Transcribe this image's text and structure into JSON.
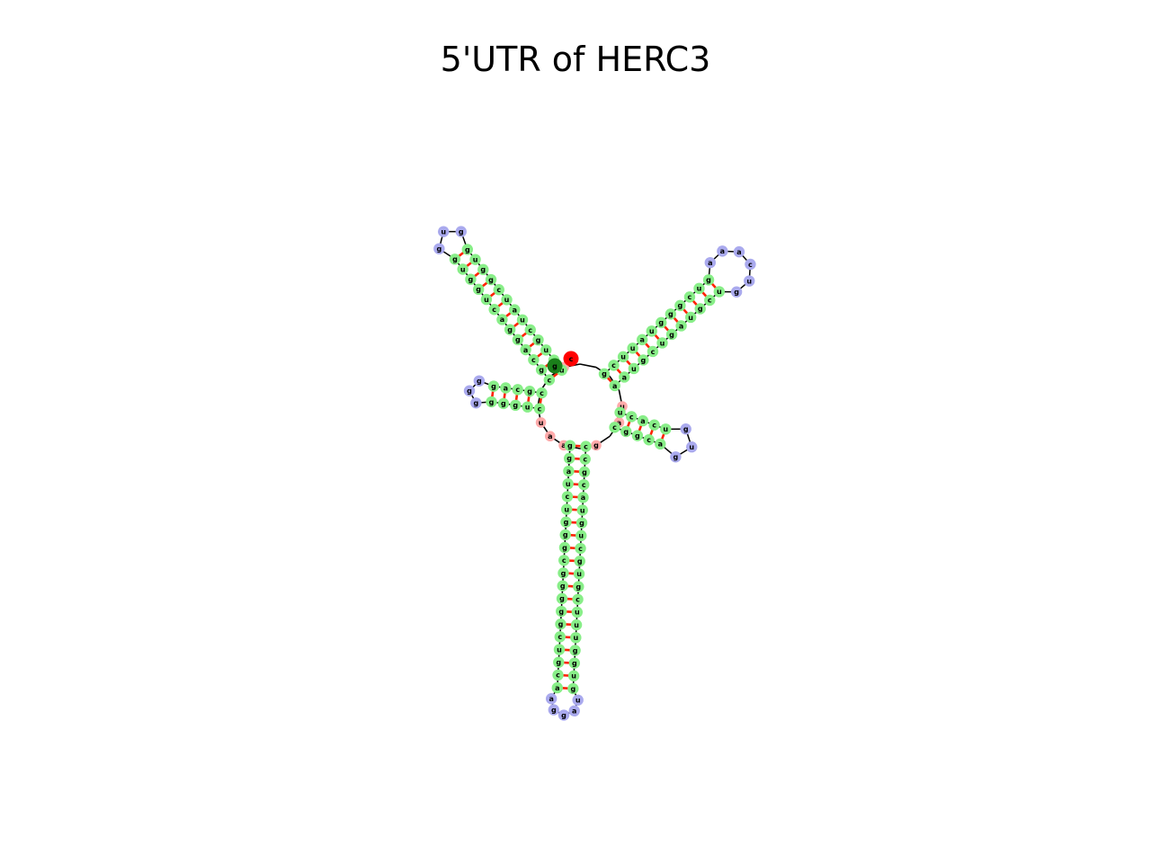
{
  "title": "5'UTR of HERC3",
  "colors": {
    "stem": "#88ee88",
    "hairpin_loop": "#aaaaee",
    "interior_loop": "#ffff99",
    "multiloop": "#ffaaaa",
    "five_prime": "#ff0000",
    "three_prime": "#1a7f1a",
    "backbone": "#000000",
    "base_pair": "#ff2200"
  },
  "structure_legend": {
    "five_prime_base": "c",
    "three_prime_base": "g"
  },
  "arms": [
    {
      "name": "upper-left-arm",
      "strand_a": "ugugcuaucggug",
      "strand_b": "cgcaggacuggug",
      "loop": "gug"
    },
    {
      "name": "upper-right-arm",
      "strand_a": "aaugcugaugcu",
      "strand_b": "gcuuaugggcuga",
      "loop": "gucaaa"
    },
    {
      "name": "left-small-arm",
      "strand_a": "cgcag",
      "strand_b": "cuggg",
      "loop": "ggg"
    },
    {
      "name": "right-small-arm",
      "strand_a": "cggca",
      "strand_b": "ucacug",
      "loop": "gug"
    },
    {
      "name": "bottom-arm",
      "strand_a": "ggaucugggcgggggcugcag",
      "strand_b": "ccgcaugucgugcuuuggug",
      "loop": "aggau"
    }
  ]
}
